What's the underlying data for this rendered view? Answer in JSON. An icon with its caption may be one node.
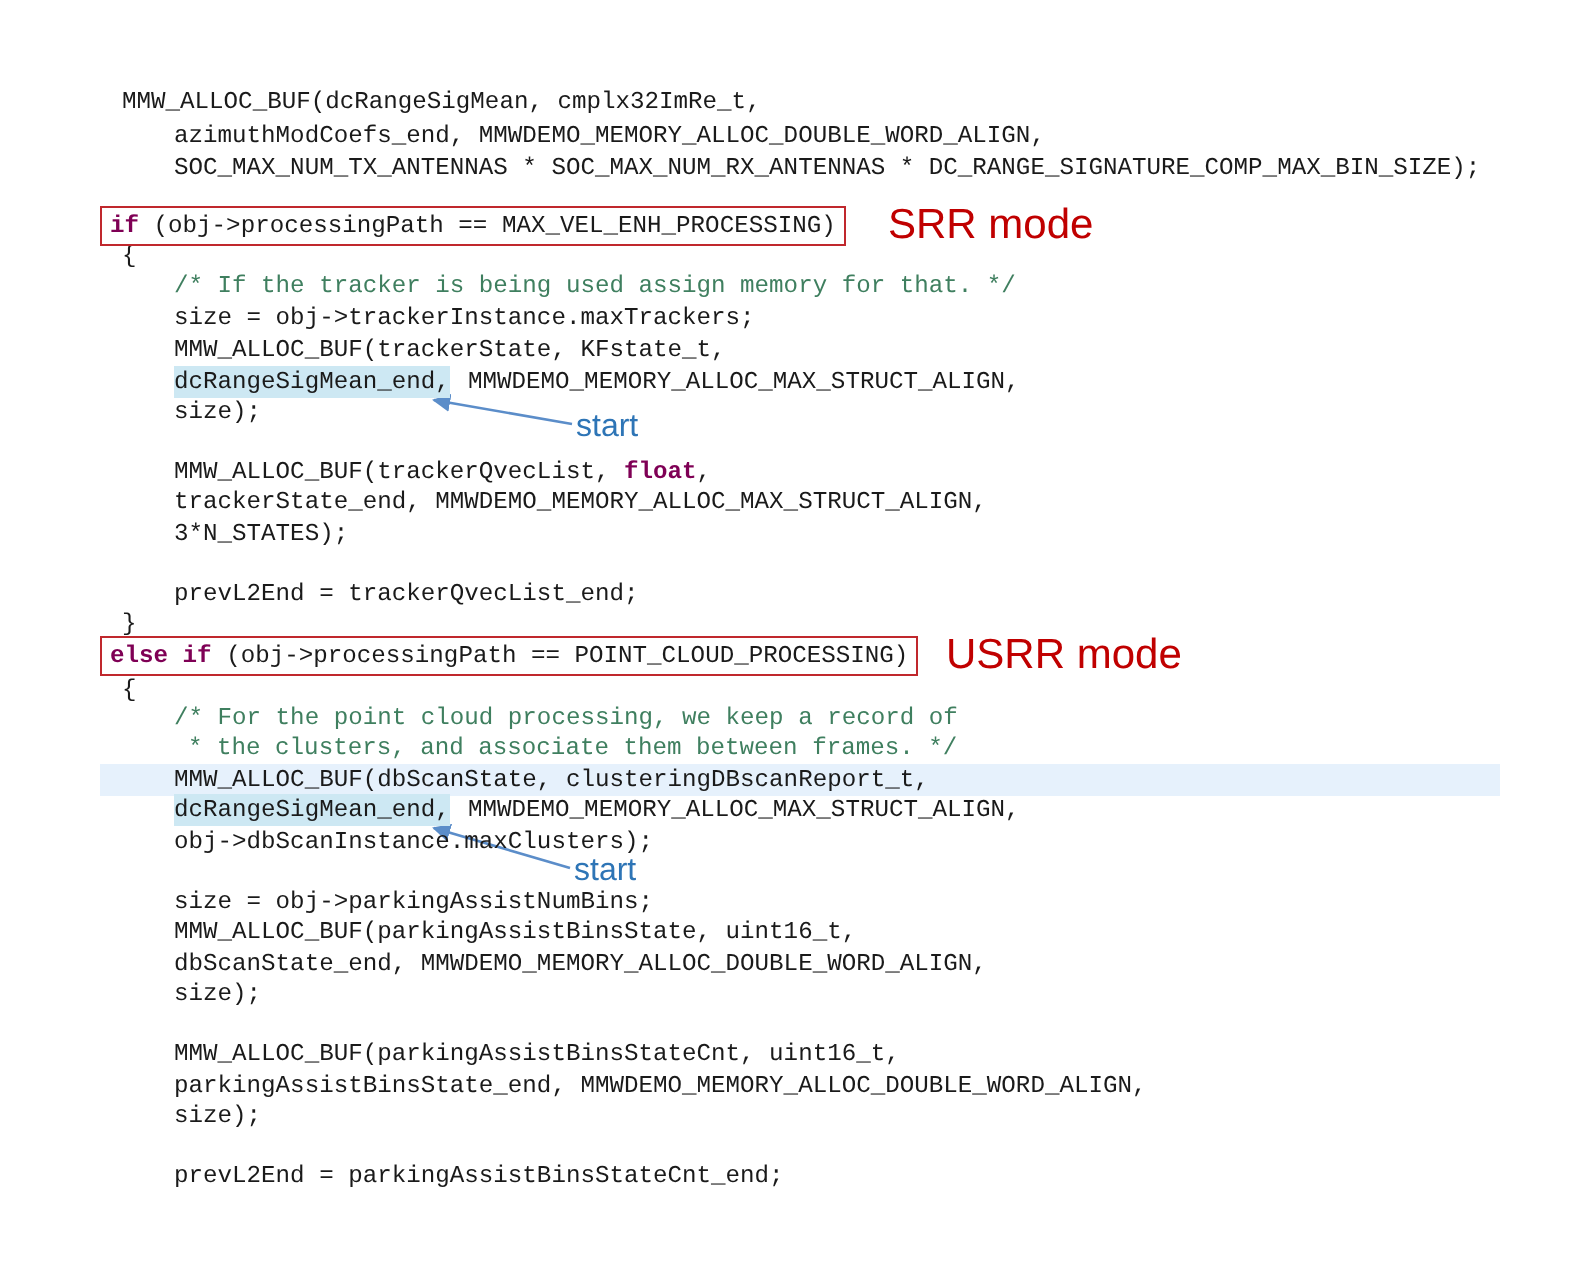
{
  "diagram": {
    "nodes": [
      {
        "text": [
          "**if** (obj->processingPath == MAX_VEL_ENH_PROCESSING)"
        ],
        "beside": [
          "SRR mode"
        ]
      },
      {
        "text": [
          "dcRangeSigMean_end,"
        ]
      },
      {
        "text": [
          "start"
        ]
      },
      {
        "text": [
          "**else if** (obj->processingPath == POINT_CLOUD_PROCESSING)"
        ],
        "beside": [
          "USRR mode"
        ]
      },
      {
        "text": [
          "dcRangeSigMean_end,"
        ]
      },
      {
        "text": [
          "start"
        ]
      }
    ],
    "edges": [
      {
        "from": 2,
        "to": 1,
        "arrow": "to"
      },
      {
        "from": 5,
        "to": 4,
        "arrow": "to"
      }
    ],
    "labels": [
      "MMW_ALLOC_BUF(dcRangeSigMean, cmplx32ImRe_t,",
      "azimuthModCoefs_end, MMWDEMO_MEMORY_ALLOC_DOUBLE_WORD_ALIGN,",
      "SOC_MAX_NUM_TX_ANTENNAS * SOC_MAX_NUM_RX_ANTENNAS * DC_RANGE_SIGNATURE_COMP_MAX_BIN_SIZE);",
      "{",
      "/* If the tracker is being used assign memory for that. */",
      "size = obj->trackerInstance.maxTrackers;",
      "MMW_ALLOC_BUF(trackerState, KFstate_t,",
      "MMWDEMO_MEMORY_ALLOC_MAX_STRUCT_ALIGN,",
      "size);",
      "MMW_ALLOC_BUF(trackerQvecList, **float**,",
      "trackerState_end, MMWDEMO_MEMORY_ALLOC_MAX_STRUCT_ALIGN,",
      "3*N_STATES);",
      "prevL2End = trackerQvecList_end;",
      "}",
      "{",
      "/* For the point cloud processing, we keep a record of",
      "* the clusters, and associate them between frames. */",
      "MMW_ALLOC_BUF(dbScanState, clusteringDBscanReport_t,",
      "MMWDEMO_MEMORY_ALLOC_MAX_STRUCT_ALIGN,",
      "obj->dbScanInstance.maxClusters);",
      "size = obj->parkingAssistNumBins;",
      "MMW_ALLOC_BUF(parkingAssistBinsState, uint16_t,",
      "dbScanState_end, MMWDEMO_MEMORY_ALLOC_DOUBLE_WORD_ALIGN,",
      "size);",
      "MMW_ALLOC_BUF(parkingAssistBinsStateCnt, uint16_t,",
      "parkingAssistBinsState_end, MMWDEMO_MEMORY_ALLOC_DOUBLE_WORD_ALIGN,",
      "size);",
      "prevL2End = parkingAssistBinsStateCnt_end;"
    ]
  }
}
